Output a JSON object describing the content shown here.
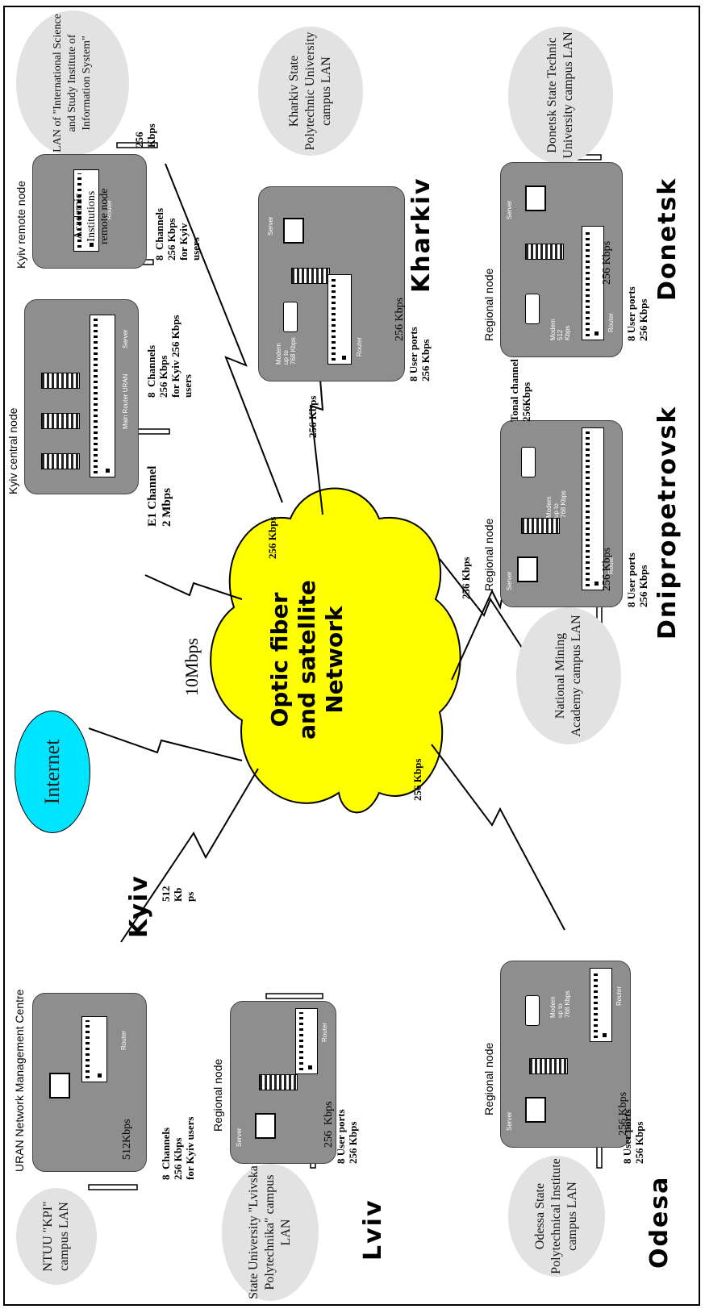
{
  "cloud": {
    "text": "Optic fiber and satellite Network"
  },
  "internet": {
    "label": "Internet"
  },
  "kyiv": {
    "city": "Kyiv",
    "node_title": "URAN Network Management Centre",
    "router": "Router",
    "speed_lan": "512Kbps",
    "channels": "8  Channels\n256 Kbps\nfor Kyiv users",
    "uplink": "512\nKb\nps",
    "lan": "NTUU \"KPI\" campus LAN"
  },
  "kyiv_central": {
    "title": "Kyiv central node",
    "server": "Server",
    "main_router": "Main Router URAN",
    "e1": "E1 Channel\n2 Mbps",
    "internet_link": "10Mbps",
    "channels": "8  Channels\n256 Kbps\nfor Kyiv\nusers"
  },
  "kyiv_remote": {
    "title": "Kyiv remote node",
    "node_name": "Academic\nInstitutions\nremote node",
    "router": "Router",
    "channels": "8  Channels\n256 Kbps\nfor Kyiv\nusers",
    "lan_speed": "256\nKbps",
    "uplink": "256 Kbps",
    "lan": "LAN of \"International Science and Study Institute of Information System\""
  },
  "lviv": {
    "city": "Lviv",
    "title": "Regional node",
    "server": "Server",
    "router": "Router",
    "user_ports": "8 User ports\n256 Kbps",
    "lan_speed": "256  Kbps",
    "uplink": "256 Kbps",
    "lan": "State University \"Lvivska Polytechnika\" campus LAN"
  },
  "odesa": {
    "city": "Odesa",
    "title": "Regional node",
    "server": "Server",
    "modem": "Modem\nup to\n768 Kbps",
    "router": "Router",
    "user_ports": "8 User ports\n256 Kbps",
    "lan_speed": "256 Kbps",
    "uplink": "256 Kbps",
    "lan": "Odessa State Polytechnical Institute campus LAN"
  },
  "kharkiv": {
    "city": "Kharkiv",
    "server": "Server",
    "modem": "Modem\nup to\n768 Kbps",
    "router": "Router",
    "user_ports": "8 User ports\n256 Kbps",
    "lan_speed": "256 Kbps",
    "uplink": "256 Kbps",
    "lan": "Kharkiv State Polytechnic University campus LAN"
  },
  "dnipro": {
    "city": "Dnipropetrovsk",
    "title": "Regional node",
    "server": "Server",
    "modem": "Modem\nup to\n768 Kbps",
    "router": "Router",
    "user_ports": "8 User ports\n256 Kbps",
    "lan_speed": "256 Kbps",
    "uplink": "256 Kbps",
    "tonal": "Tonal channel\n256Kbps",
    "lan": "National Mining Academy campus LAN"
  },
  "donetsk": {
    "city": "Donetsk",
    "title": "Regional node",
    "server": "Server",
    "modem": "Modem\n512\nKbps",
    "router": "Router",
    "user_ports": "8 User ports\n256 Kbps",
    "lan_speed": "256 Kbps",
    "lan": "Donetsk State Technic University campus LAN"
  }
}
